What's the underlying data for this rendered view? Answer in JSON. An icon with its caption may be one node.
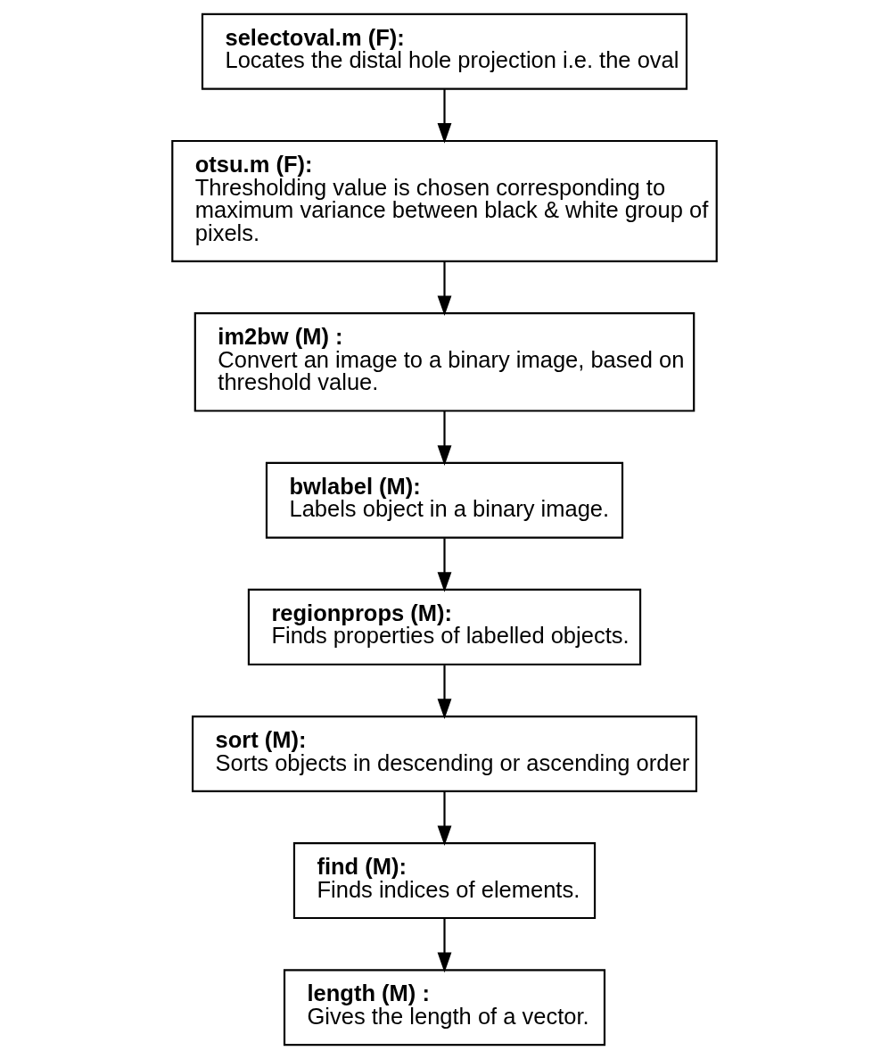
{
  "diagram": {
    "nodes": [
      {
        "text": [
          "selectoval.m (F):",
          "Locates the distal hole projection i.e. the oval"
        ]
      },
      {
        "text": [
          "otsu.m (F):",
          "Thresholding value is chosen corresponding to maximum variance between black & white group of pixels."
        ]
      },
      {
        "text": [
          "im2bw (M) :",
          "Convert an image to a binary image, based on threshold value."
        ]
      },
      {
        "text": [
          "bwlabel (M):",
          "Labels object in a binary image."
        ]
      },
      {
        "text": [
          "regionprops (M):",
          "Finds properties of labelled objects."
        ]
      },
      {
        "text": [
          "sort (M):",
          "Sorts objects in descending or ascending order"
        ]
      },
      {
        "text": [
          "find (M):",
          "Finds indices of elements."
        ]
      },
      {
        "text": [
          "length (M) :",
          "Gives the length of a vector."
        ]
      }
    ],
    "edges": [
      {
        "from": 0,
        "to": 1,
        "arrow": "to"
      },
      {
        "from": 1,
        "to": 2,
        "arrow": "to"
      },
      {
        "from": 2,
        "to": 3,
        "arrow": "to"
      },
      {
        "from": 3,
        "to": 4,
        "arrow": "to"
      },
      {
        "from": 4,
        "to": 5,
        "arrow": "to"
      },
      {
        "from": 5,
        "to": 6,
        "arrow": "to"
      },
      {
        "from": 6,
        "to": 7,
        "arrow": "to"
      }
    ]
  }
}
